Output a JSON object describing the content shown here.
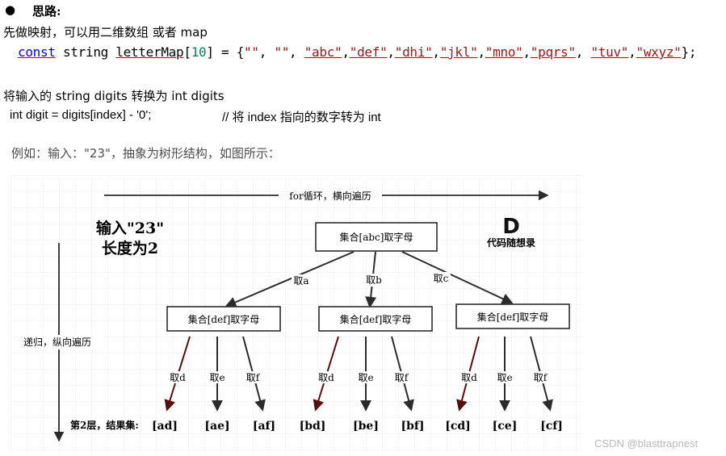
{
  "heading": {
    "bullet": "●",
    "title": "思路:"
  },
  "intro": "先做映射，可以用二维数组 或者 map",
  "code": {
    "keyword": "const",
    "type": " string ",
    "name": "letterMap",
    "open": "[",
    "size": "10",
    "close": "] = {",
    "entries": [
      "\"\"",
      ", ",
      "\"\"",
      ", ",
      "\"abc\"",
      ",",
      "\"def\"",
      ",",
      "\"dhi\"",
      ",",
      "\"jkl\"",
      ",",
      "\"mno\"",
      ",",
      "\"pqrs\"",
      ", ",
      "\"tuv\"",
      ",",
      "\"wxyz\""
    ],
    "end": "};"
  },
  "para": "将输入的 string digits 转换为 int digits",
  "code_line": "int digit = digits[index] - '0';",
  "code_comment": "//  将 index 指向的数字转为 int",
  "example": "例如：输入：\"23\"，抽象为树形结构，如图所示：",
  "diagram": {
    "top_arrow_label": "for循环，横向遍历",
    "input_title": "输入\"23\"",
    "length_title": "长度为2",
    "logo_text": "代码随想录",
    "logo_letter": "D",
    "root_box": "集合[abc]取字母",
    "left_label": "递归，纵向遍历",
    "edges_level1": [
      "取a",
      "取b",
      "取c"
    ],
    "child_boxes": [
      "集合[def]取字母",
      "集合[def]取字母",
      "集合[def]取字母"
    ],
    "edges_level2": [
      "取d",
      "取e",
      "取f",
      "取d",
      "取e",
      "取f",
      "取d",
      "取e",
      "取f"
    ],
    "result_label": "第2层，结果集:",
    "results": [
      "[ad]",
      "[ae]",
      "[af]",
      "[bd]",
      "[be]",
      "[bf]",
      "[cd]",
      "[ce]",
      "[cf]"
    ]
  },
  "watermark": "CSDN @blasttrapnest",
  "colors": {
    "arrow_dark": "#2b2b2b",
    "arrow_red": "#5a0b0b",
    "grid": "#ececec"
  }
}
